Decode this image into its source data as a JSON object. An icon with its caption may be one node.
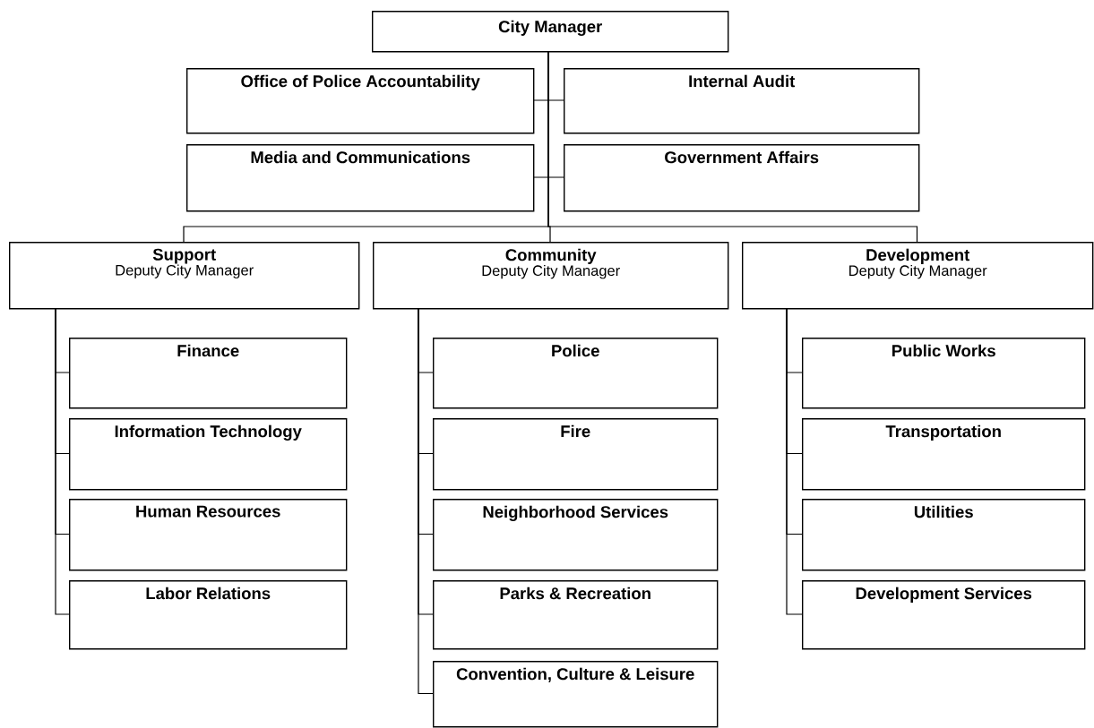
{
  "diagram": {
    "nodes": [
      {
        "text": [
          "City Manager"
        ]
      },
      {
        "text": [
          "Office of Police Accountability"
        ]
      },
      {
        "text": [
          "Internal Audit"
        ]
      },
      {
        "text": [
          "Media and Communications"
        ]
      },
      {
        "text": [
          "Government Affairs"
        ]
      },
      {
        "text": [
          "Support",
          "Deputy City Manager"
        ]
      },
      {
        "text": [
          "Community",
          "Deputy City Manager"
        ]
      },
      {
        "text": [
          "Development",
          "Deputy City Manager"
        ]
      },
      {
        "text": [
          "Finance"
        ]
      },
      {
        "text": [
          "Information Technology"
        ]
      },
      {
        "text": [
          "Human Resources"
        ]
      },
      {
        "text": [
          "Labor Relations"
        ]
      },
      {
        "text": [
          "Police"
        ]
      },
      {
        "text": [
          "Fire"
        ]
      },
      {
        "text": [
          "Neighborhood Services"
        ]
      },
      {
        "text": [
          "Parks & Recreation"
        ]
      },
      {
        "text": [
          "Convention, Culture & Leisure"
        ]
      },
      {
        "text": [
          "Public Works"
        ]
      },
      {
        "text": [
          "Transportation"
        ]
      },
      {
        "text": [
          "Utilities"
        ]
      },
      {
        "text": [
          "Development Services"
        ]
      }
    ],
    "edges": [
      {
        "from": 0,
        "to": 1,
        "arrow": "none"
      },
      {
        "from": 0,
        "to": 2,
        "arrow": "none"
      },
      {
        "from": 0,
        "to": 3,
        "arrow": "none"
      },
      {
        "from": 0,
        "to": 4,
        "arrow": "none"
      },
      {
        "from": 0,
        "to": 5,
        "arrow": "none"
      },
      {
        "from": 0,
        "to": 6,
        "arrow": "none"
      },
      {
        "from": 0,
        "to": 7,
        "arrow": "none"
      },
      {
        "from": 5,
        "to": 8,
        "arrow": "none"
      },
      {
        "from": 5,
        "to": 9,
        "arrow": "none"
      },
      {
        "from": 5,
        "to": 10,
        "arrow": "none"
      },
      {
        "from": 5,
        "to": 11,
        "arrow": "none"
      },
      {
        "from": 6,
        "to": 12,
        "arrow": "none"
      },
      {
        "from": 6,
        "to": 13,
        "arrow": "none"
      },
      {
        "from": 6,
        "to": 14,
        "arrow": "none"
      },
      {
        "from": 6,
        "to": 15,
        "arrow": "none"
      },
      {
        "from": 6,
        "to": 16,
        "arrow": "none"
      },
      {
        "from": 7,
        "to": 17,
        "arrow": "none"
      },
      {
        "from": 7,
        "to": 18,
        "arrow": "none"
      },
      {
        "from": 7,
        "to": 19,
        "arrow": "none"
      },
      {
        "from": 7,
        "to": 20,
        "arrow": "none"
      }
    ]
  }
}
